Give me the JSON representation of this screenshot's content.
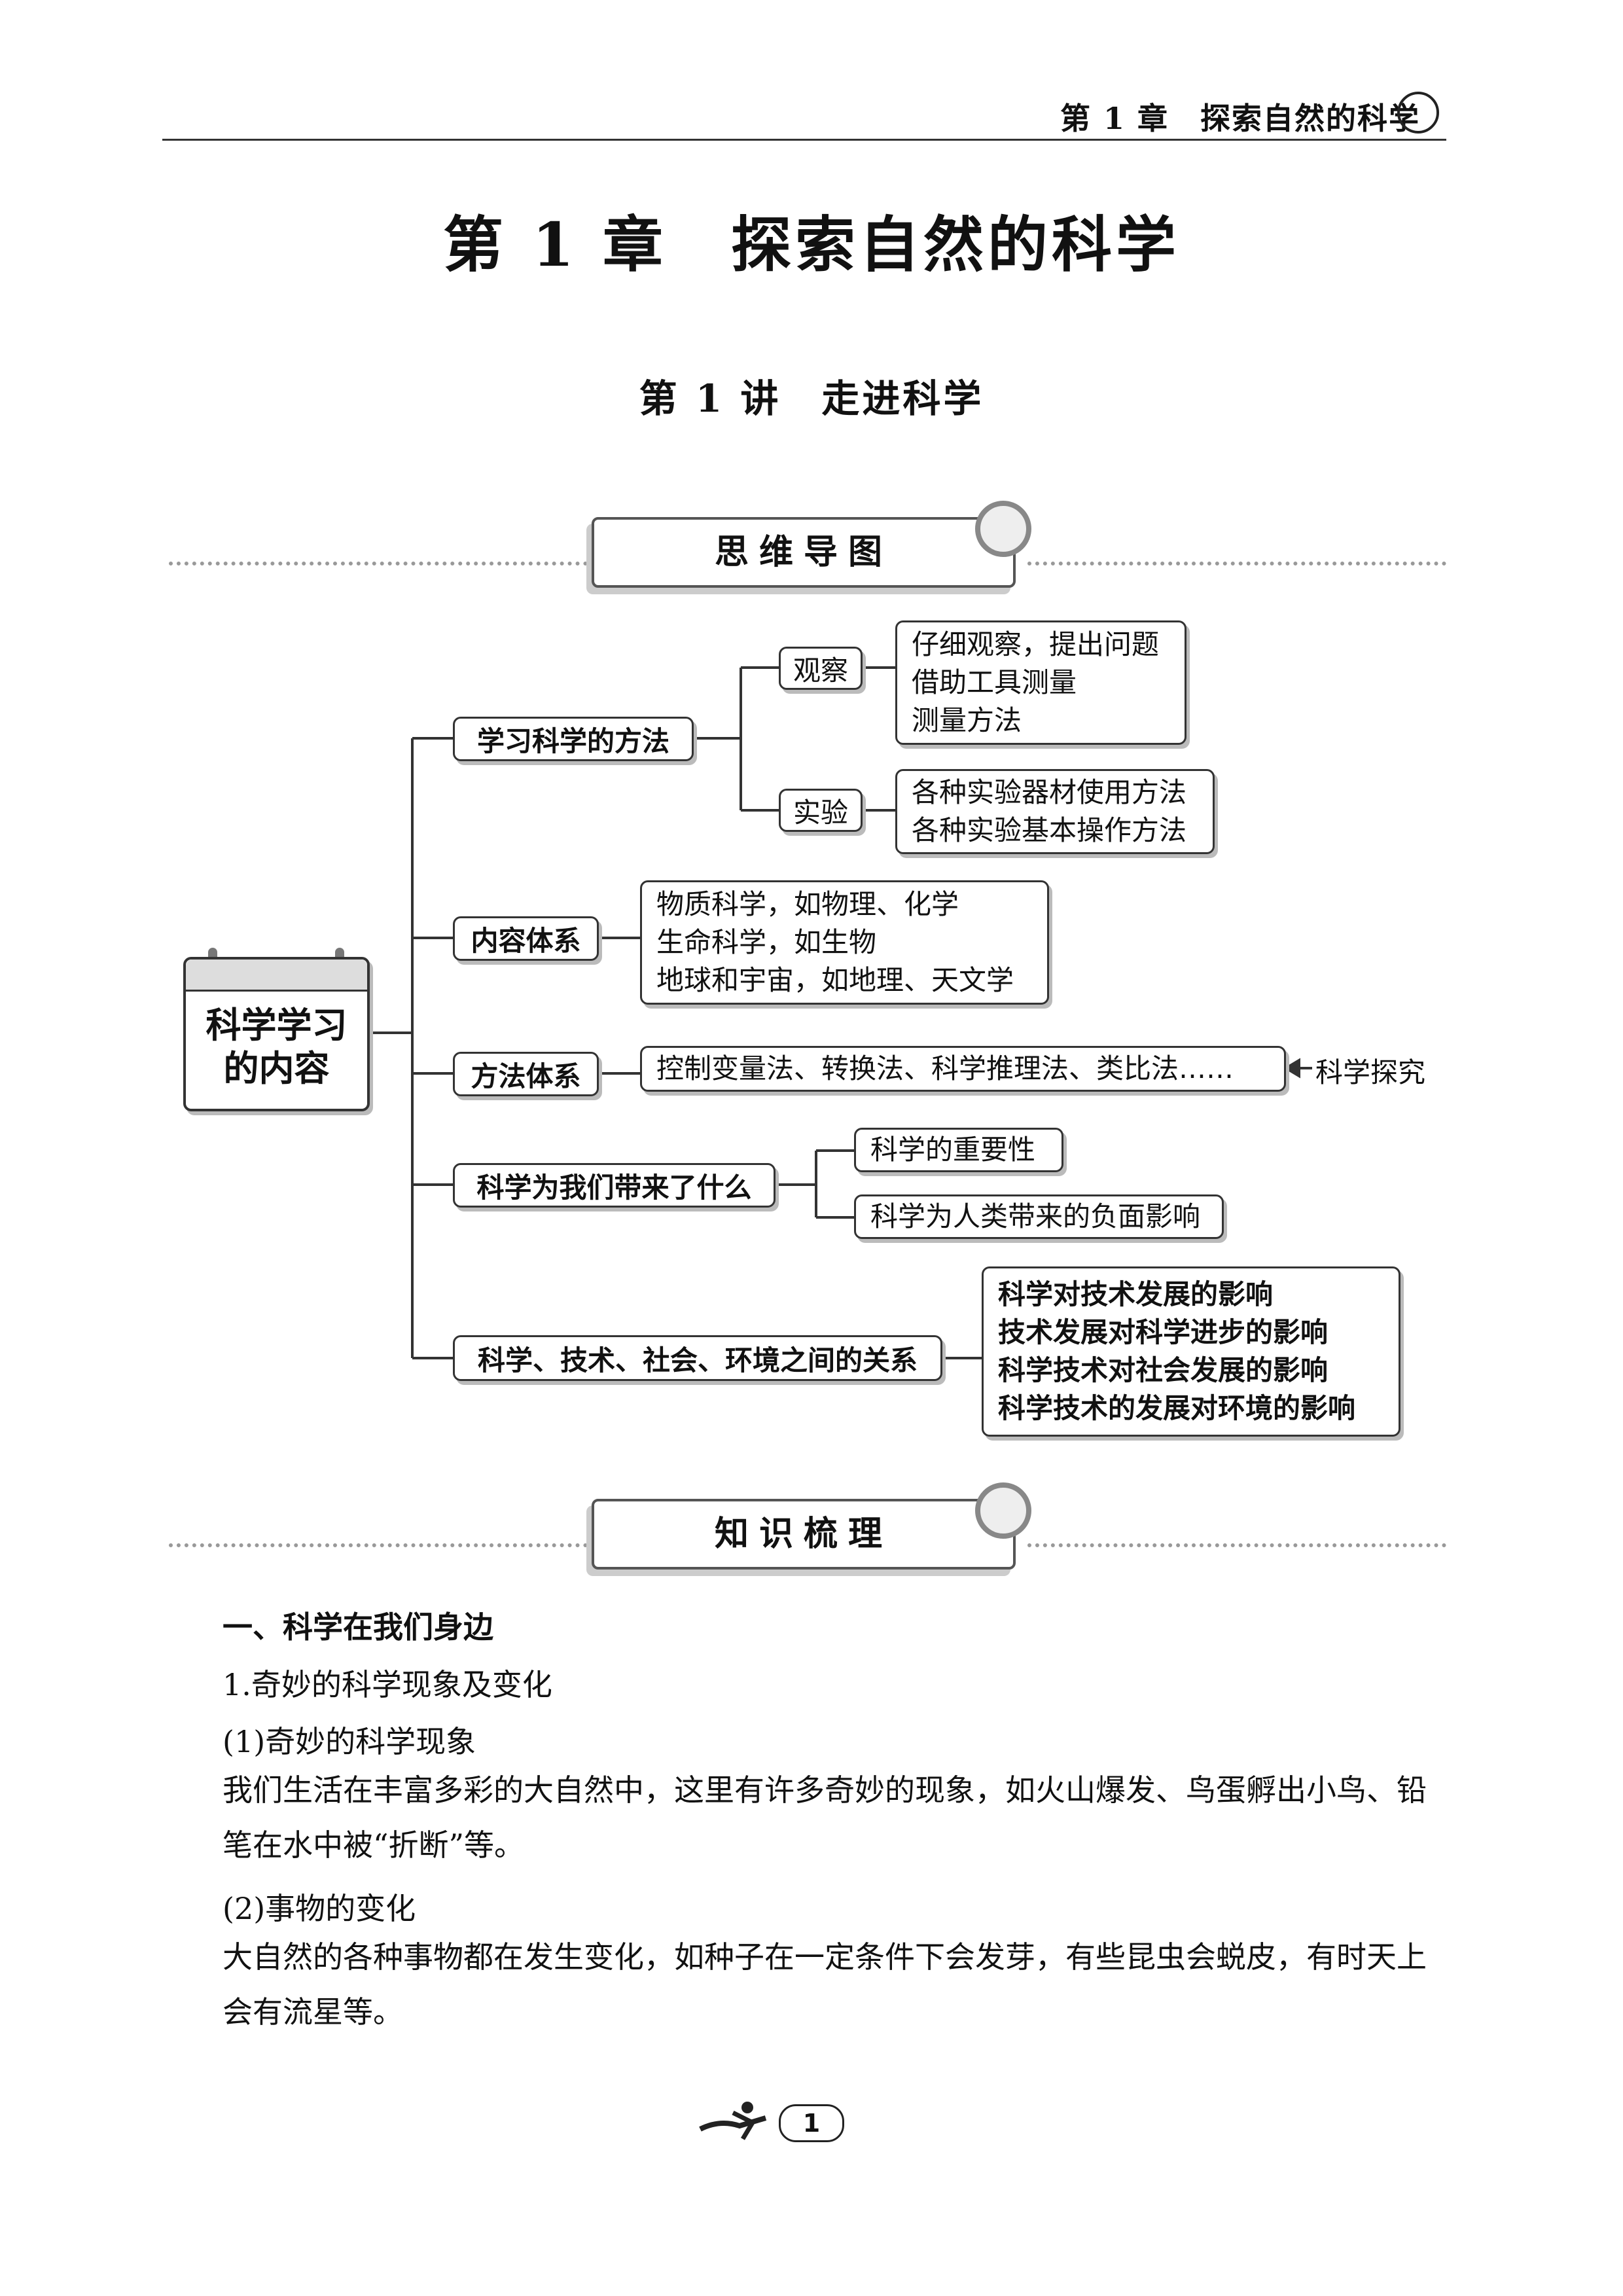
{
  "header": {
    "running_title": "第 1 章　探索自然的科学"
  },
  "chapter_title": "第 1 章　探索自然的科学",
  "lesson_title": "第 1 讲　走进科学",
  "sections": {
    "mindmap_banner": "思维导图",
    "knowledge_banner": "知识梳理"
  },
  "mindmap": {
    "root": "科学学习的内容",
    "branches": [
      {
        "label": "学习科学的方法",
        "children": [
          {
            "label": "观察",
            "items": [
              "仔细观察，提出问题",
              "借助工具测量",
              "测量方法"
            ]
          },
          {
            "label": "实验",
            "items": [
              "各种实验器材使用方法",
              "各种实验基本操作方法"
            ]
          }
        ]
      },
      {
        "label": "内容体系",
        "items": [
          "物质科学，如物理、化学",
          "生命科学，如生物",
          "地球和宇宙，如地理、天文学"
        ]
      },
      {
        "label": "方法体系",
        "items": [
          "控制变量法、转换法、科学推理法、类比法……"
        ],
        "note": "科学探究"
      },
      {
        "label": "科学为我们带来了什么",
        "items": [
          "科学的重要性",
          "科学为人类带来的负面影响"
        ]
      },
      {
        "label": "科学、技术、社会、环境之间的关系",
        "items": [
          "科学对技术发展的影响",
          "技术发展对科学进步的影响",
          "科学技术对社会发展的影响",
          "科学技术的发展对环境的影响"
        ]
      }
    ]
  },
  "content": {
    "h1": "一、科学在我们身边",
    "h2": "1.奇妙的科学现象及变化",
    "h3a": "(1)奇妙的科学现象",
    "p1": "我们生活在丰富多彩的大自然中，这里有许多奇妙的现象，如火山爆发、鸟蛋孵出小鸟、铅笔在水中被“折断”等。",
    "h3b": "(2)事物的变化",
    "p2": "大自然的各种事物都在发生变化，如种子在一定条件下会发芽，有些昆虫会蜕皮，有时天上会有流星等。"
  },
  "page_number": "1"
}
